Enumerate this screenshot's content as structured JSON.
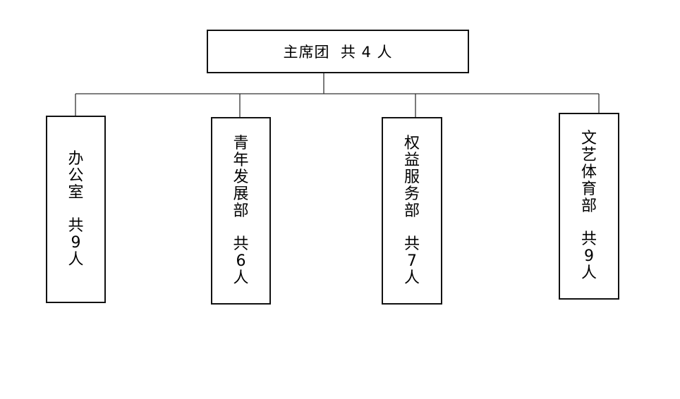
{
  "root": {
    "label": "主席团  共 4 人"
  },
  "departments": [
    {
      "name": "办公室",
      "count": "共9人"
    },
    {
      "name": "青年发展部",
      "count": "共6人"
    },
    {
      "name": "权益服务部",
      "count": "共7人"
    },
    {
      "name": "文艺体育部",
      "count": "共9人"
    }
  ]
}
